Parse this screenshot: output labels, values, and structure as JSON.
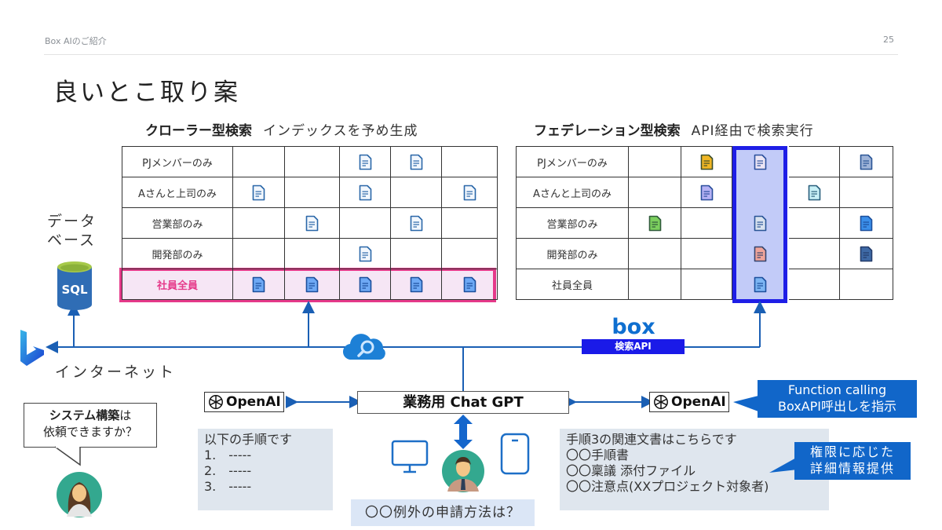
{
  "header": {
    "section": "Box AIのご紹介",
    "page_number": "25"
  },
  "title": "良いとこ取り案",
  "crawler": {
    "title_bold": "クローラー型検索",
    "title_sub": "インデックスを予め生成",
    "rows": [
      {
        "label": "PJメンバーのみ",
        "docs": [
          0,
          0,
          1,
          1,
          0
        ]
      },
      {
        "label": "Aさんと上司のみ",
        "docs": [
          1,
          0,
          1,
          0,
          1
        ]
      },
      {
        "label": "営業部のみ",
        "docs": [
          0,
          1,
          0,
          1,
          0
        ]
      },
      {
        "label": "開発部のみ",
        "docs": [
          0,
          0,
          1,
          0,
          0
        ]
      },
      {
        "label": "社員全員",
        "docs": [
          1,
          1,
          1,
          1,
          1
        ],
        "highlight": true
      }
    ]
  },
  "federation": {
    "title_bold": "フェデレーション型検索",
    "title_sub": "API経由で検索実行",
    "rows": [
      {
        "label": "PJメンバーのみ"
      },
      {
        "label": "Aさんと上司のみ"
      },
      {
        "label": "営業部のみ"
      },
      {
        "label": "開発部のみ"
      },
      {
        "label": "社員全員"
      }
    ]
  },
  "database": {
    "label_line1": "データ",
    "label_line2": "ベース",
    "icon_text": "SQL"
  },
  "internet": {
    "label": "インターネット"
  },
  "box": {
    "logo": "box",
    "api_label": "検索API"
  },
  "chatgpt": {
    "label": "業務用 Chat GPT"
  },
  "openai_left": {
    "label": "OpenAI"
  },
  "openai_right": {
    "label": "OpenAI"
  },
  "function_callout": {
    "line1": "Function calling",
    "line2": "BoxAPI呼出しを指示"
  },
  "left_answer": {
    "lines": [
      "以下の手順です",
      "1.　-----",
      "2.　-----",
      "3.　-----"
    ]
  },
  "right_answer": {
    "lines": [
      "手順3の関連文書はこちらです",
      "〇〇手順書",
      "〇〇稟議 添付ファイル",
      "〇〇注意点(XXプロジェクト対象者)"
    ]
  },
  "permission_callout": {
    "line1": "権限に応じた",
    "line2": "詳細情報提供"
  },
  "speech": {
    "bold": "システム構築",
    "rest": "は",
    "line2": "依頼できますか？"
  },
  "user_question": "〇〇例外の申請方法は？",
  "colors": {
    "accent_blue": "#1166c9",
    "box_blue": "#1a1ae8",
    "pink": "#e53a8a",
    "line_blue": "#1a5fb4"
  }
}
